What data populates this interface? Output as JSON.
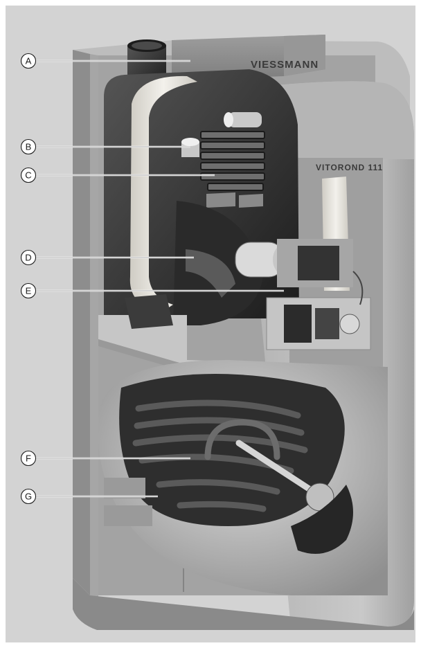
{
  "figure": {
    "brand_logo": "VIESSMANN",
    "model_name": "VITOROND 111"
  },
  "callouts": [
    {
      "id": "A",
      "label": "A"
    },
    {
      "id": "B",
      "label": "B"
    },
    {
      "id": "C",
      "label": "C"
    },
    {
      "id": "D",
      "label": "D"
    },
    {
      "id": "E",
      "label": "E"
    },
    {
      "id": "F",
      "label": "F"
    },
    {
      "id": "G",
      "label": "G"
    }
  ],
  "colors": {
    "frame_background": "#d3d3d3",
    "casing": "#a9a9a9",
    "heat_exchanger": "#3a3a3a",
    "insulation": "#e6e4de",
    "tank_coil": "#2c2c2c",
    "callout_line": "#ffffff"
  }
}
